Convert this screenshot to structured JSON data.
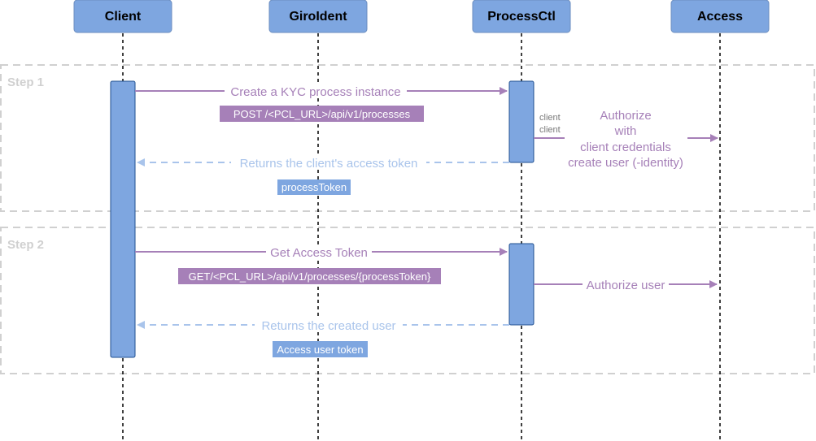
{
  "colors": {
    "request": "#a680b8",
    "response": "#a9c4eb",
    "actor_fill": "#7ea6e0",
    "frame": "#d0d0d0",
    "step_text": "#d0d0d0"
  },
  "actors": [
    {
      "id": "client",
      "label": "Client"
    },
    {
      "id": "giroident",
      "label": "GiroIdent"
    },
    {
      "id": "processctl",
      "label": "ProcessCtl"
    },
    {
      "id": "access",
      "label": "Access"
    }
  ],
  "steps": [
    {
      "label": "Step 1"
    },
    {
      "label": "Step 2"
    }
  ],
  "messages": {
    "create_kyc": "Create a KYC process instance",
    "post_processes": "POST /<PCL_URL>/api/v1/processes",
    "client_1": "client",
    "client_2": "client",
    "authorize_line1": "Authorize",
    "authorize_line2": "with",
    "authorize_line3": "client credentials",
    "authorize_line4": "create user (-identity)",
    "returns_access_token": "Returns the client's access token",
    "process_token": "processToken",
    "get_access_token": "Get Access Token",
    "get_processes": "GET/<PCL_URL>/api/v1/processes/{processToken}",
    "authorize_user": "Authorize user",
    "returns_created_user": "Returns the created user",
    "access_user_token": "Access user token"
  }
}
